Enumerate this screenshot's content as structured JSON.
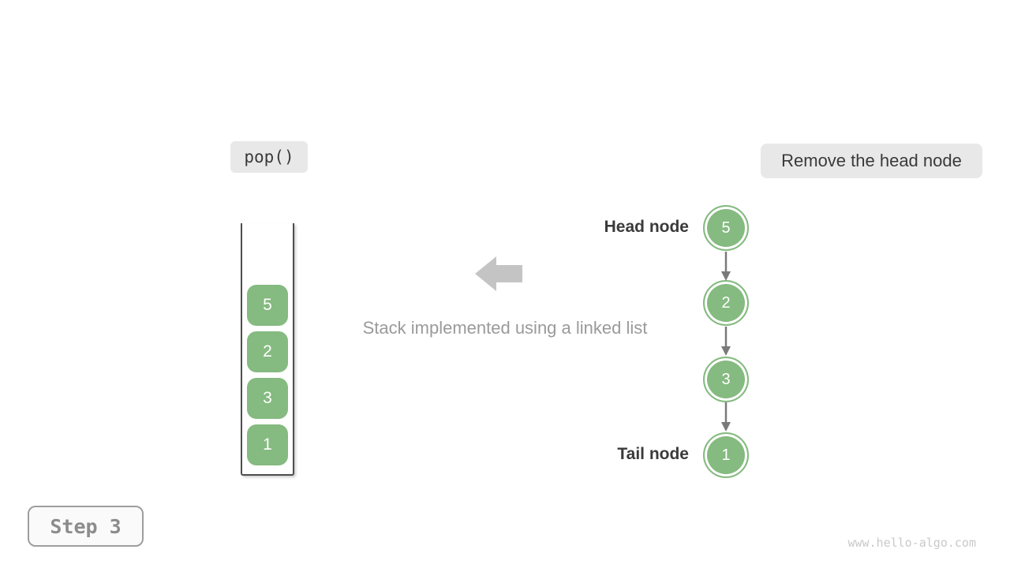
{
  "operation_badge": {
    "label": "pop()"
  },
  "description_badge": {
    "label": "Remove the head node"
  },
  "caption": {
    "text": "Stack implemented using a linked list"
  },
  "stack": {
    "items": [
      "5",
      "2",
      "3",
      "1"
    ]
  },
  "linked_list": {
    "head_label": "Head node",
    "tail_label": "Tail node",
    "nodes": [
      "5",
      "2",
      "3",
      "1"
    ]
  },
  "step_badge": {
    "label": "Step 3"
  },
  "watermark": {
    "text": "www.hello-algo.com"
  },
  "colors": {
    "node_green": "#85ba80",
    "badge_bg": "#e8e8e8",
    "big_arrow_gray": "#c4c4c4",
    "caption_gray": "#9a9a9a",
    "dark_text": "#3a3a3a",
    "connector_gray": "#7a7a7a",
    "container_border": "#4e4e4e"
  }
}
